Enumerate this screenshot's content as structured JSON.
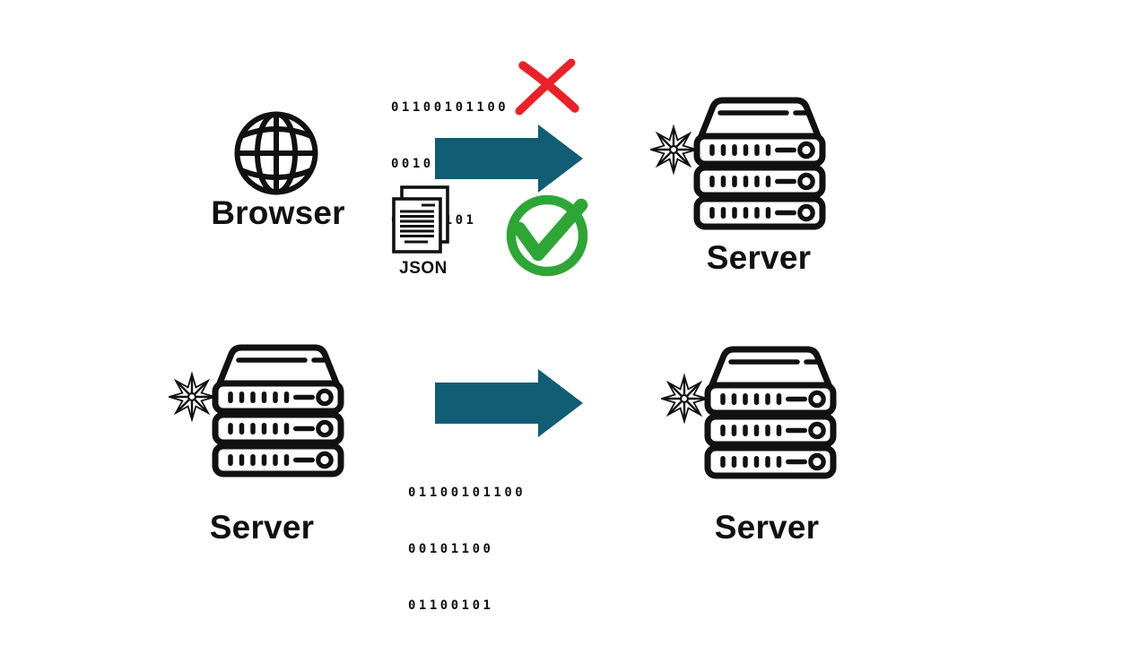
{
  "colors": {
    "ink": "#111111",
    "arrow": "#115d73",
    "cross": "#ea2127",
    "check": "#2ea636",
    "background": "#ffffff"
  },
  "icons": {
    "browser": "globe-icon",
    "server": "server-rack-icon",
    "server_badge": "helm-wheel-icon",
    "flow": "right-arrow-icon",
    "rejected": "red-cross-icon",
    "accepted": "green-check-icon",
    "document": "json-documents-icon"
  },
  "top_flow": {
    "source_label": "Browser",
    "target_label": "Server",
    "rejected_payload_lines": [
      "01100101100",
      "00101100",
      "01100101"
    ],
    "accepted_payload_label": "JSON"
  },
  "bottom_flow": {
    "source_label": "Server",
    "target_label": "Server",
    "payload_lines": [
      "01100101100",
      "00101100",
      "01100101"
    ]
  }
}
